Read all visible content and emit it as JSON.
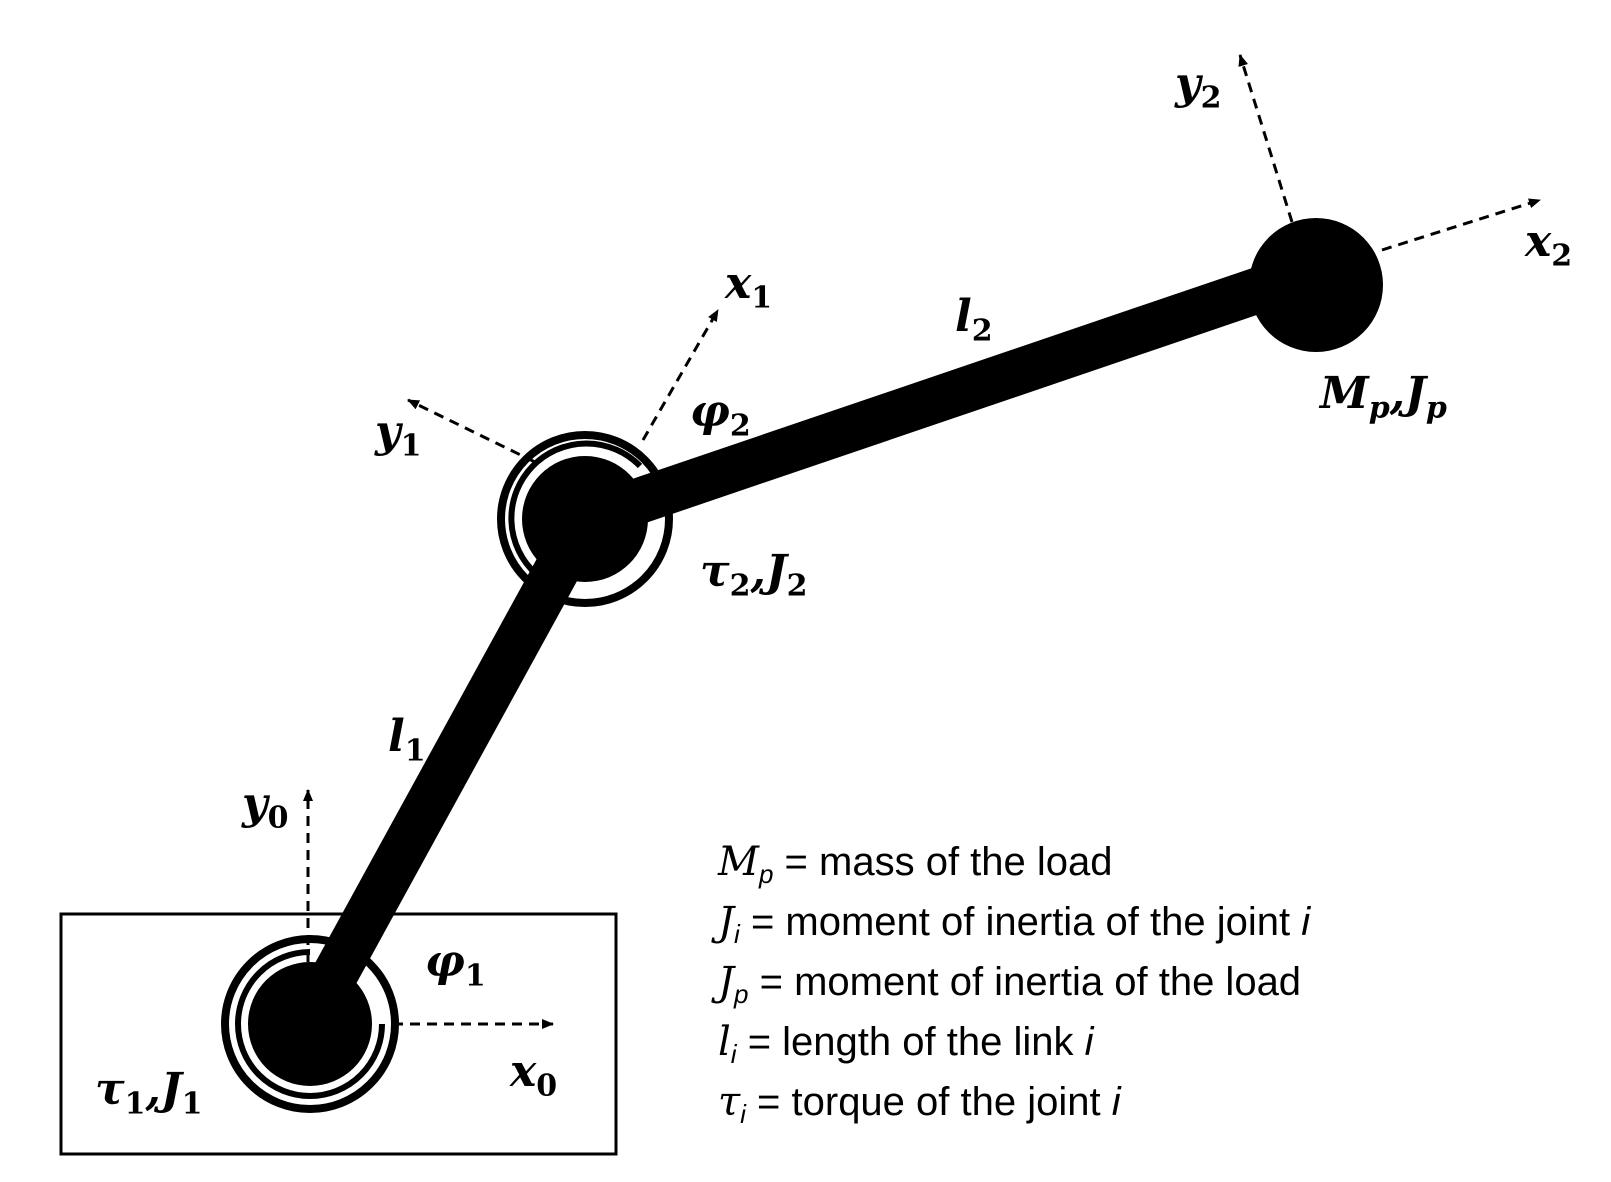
{
  "labels": {
    "x0": {
      "base": "x",
      "sub": "0"
    },
    "y0": {
      "base": "y",
      "sub": "0"
    },
    "x1": {
      "base": "x",
      "sub": "1"
    },
    "y1": {
      "base": "y",
      "sub": "1"
    },
    "x2": {
      "base": "x",
      "sub": "2"
    },
    "y2": {
      "base": "y",
      "sub": "2"
    },
    "l1": {
      "base": "l",
      "sub": "1"
    },
    "l2": {
      "base": "l",
      "sub": "2"
    },
    "phi1": {
      "base": "φ",
      "sub": "1"
    },
    "phi2": {
      "base": "φ",
      "sub": "2"
    },
    "tau1J1": {
      "a": "τ",
      "a_sub": "1",
      "sep": ",",
      "b": "J",
      "b_sub": "1"
    },
    "tau2J2": {
      "a": "τ",
      "a_sub": "2",
      "sep": ",",
      "b": "J",
      "b_sub": "2"
    },
    "MpJp": {
      "a": "M",
      "a_sub": "p",
      "sep": ",",
      "b": "J",
      "b_sub": "p"
    }
  },
  "legend": [
    {
      "sym": "M",
      "sub": "p",
      "text": " = mass of the load",
      "var": ""
    },
    {
      "sym": "J",
      "sub": "i",
      "text": " = moment of inertia of the joint ",
      "var": "i"
    },
    {
      "sym": "J",
      "sub": "p",
      "text": " = moment of inertia of the load",
      "var": ""
    },
    {
      "sym": "l",
      "sub": "i",
      "text": " = length of the link ",
      "var": "i"
    },
    {
      "sym": "τ",
      "sub": "i",
      "text": " = torque of the joint ",
      "var": "i"
    }
  ],
  "colors": {
    "ink": "#000000",
    "paper": "#ffffff"
  }
}
